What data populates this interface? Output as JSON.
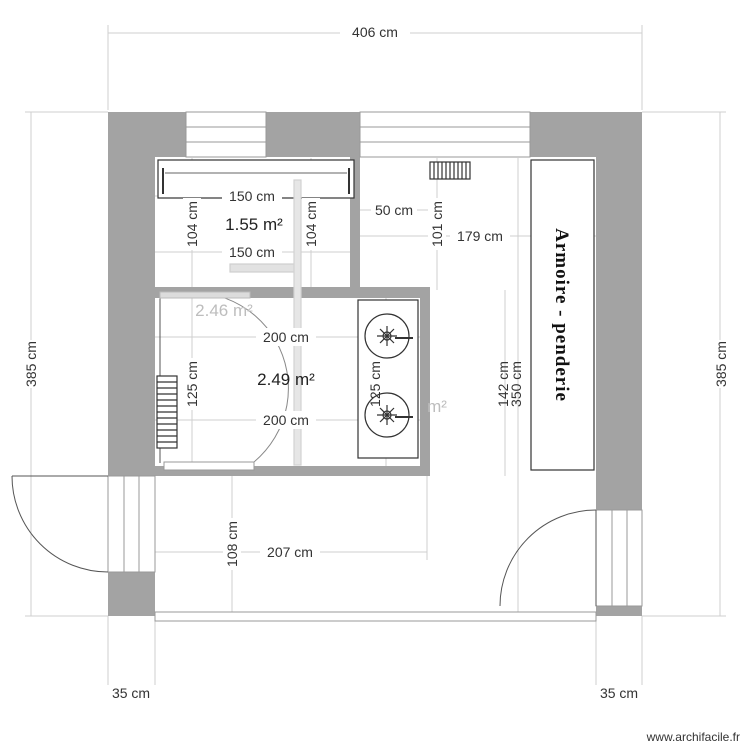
{
  "plan": {
    "dimensions": {
      "overall_width": "406 cm",
      "overall_height_left": "385 cm",
      "overall_height_right": "385 cm",
      "wall_left": "35 cm",
      "wall_right": "35 cm",
      "wc_width_top": "150 cm",
      "wc_width_bottom": "150 cm",
      "wc_depth_left": "104 cm",
      "wc_depth_right": "104 cm",
      "gap_width": "50 cm",
      "gap_depth": "101 cm",
      "wardrobe_zone_width": "179 cm",
      "bath_width_top": "200 cm",
      "bath_width_bottom": "200 cm",
      "bath_depth_left": "125 cm",
      "vanity_depth": "125 cm",
      "right_depth_142": "142 cm",
      "right_depth_350": "350 cm",
      "hall_depth": "108 cm",
      "hall_width": "207 cm"
    },
    "areas": {
      "wc": "1.55 m²",
      "bath_ghost": "2.46 m²",
      "bath": "2.49 m²",
      "ghost_fragment": "m²"
    },
    "wardrobe_label": "Armoire - penderie"
  },
  "footer": {
    "credit": "www.archifacile.fr"
  },
  "colors": {
    "wall": "#a3a3a3",
    "dimension_line": "#cfcfcf",
    "fixture_stroke": "#333333"
  }
}
